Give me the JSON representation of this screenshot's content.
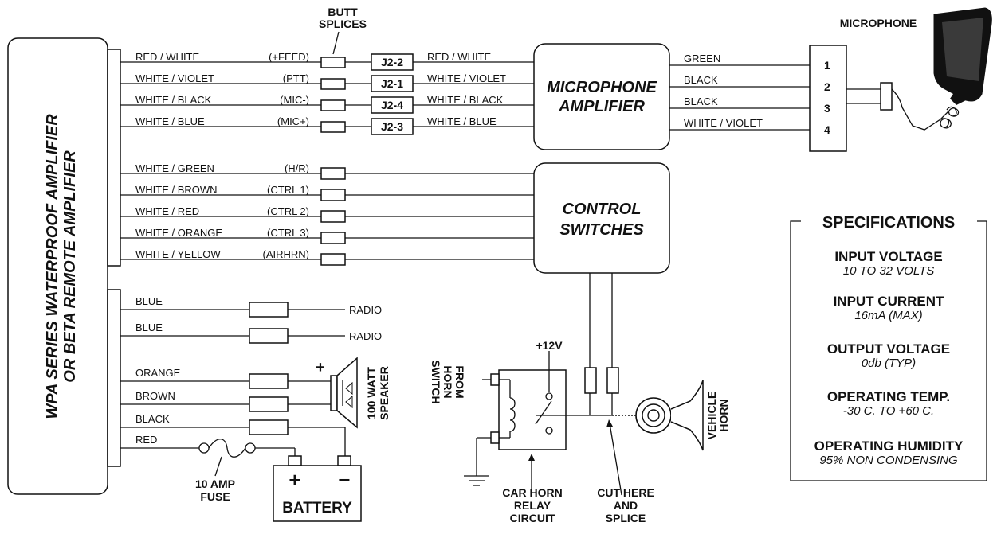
{
  "amplifier": {
    "line1": "WPA SERIES WATERPROOF AMPLIFIER",
    "line2": "OR BETA REMOTE AMPLIFIER"
  },
  "butt_splices": {
    "line1": "BUTT",
    "line2": "SPLICES"
  },
  "mic_wires": [
    {
      "color": "RED / WHITE",
      "signal": "(+FEED)",
      "connector": "J2-2",
      "right": "RED / WHITE"
    },
    {
      "color": "WHITE / VIOLET",
      "signal": "(PTT)",
      "connector": "J2-1",
      "right": "WHITE / VIOLET"
    },
    {
      "color": "WHITE / BLACK",
      "signal": "(MIC-)",
      "connector": "J2-4",
      "right": "WHITE / BLACK"
    },
    {
      "color": "WHITE / BLUE",
      "signal": "(MIC+)",
      "connector": "J2-3",
      "right": "WHITE / BLUE"
    }
  ],
  "mic_amp": {
    "line1": "MICROPHONE",
    "line2": "AMPLIFIER"
  },
  "mic_out": [
    {
      "color": "GREEN",
      "pin": "1"
    },
    {
      "color": "BLACK",
      "pin": "2"
    },
    {
      "color": "BLACK",
      "pin": "3"
    },
    {
      "color": "WHITE / VIOLET",
      "pin": "4"
    }
  ],
  "microphone_label": "MICROPHONE",
  "control_wires": [
    {
      "color": "WHITE / GREEN",
      "signal": "(H/R)"
    },
    {
      "color": "WHITE / BROWN",
      "signal": "(CTRL 1)"
    },
    {
      "color": "WHITE / RED",
      "signal": "(CTRL 2)"
    },
    {
      "color": "WHITE / ORANGE",
      "signal": "(CTRL 3)"
    },
    {
      "color": "WHITE / YELLOW",
      "signal": "(AIRHRN)"
    }
  ],
  "control_switches": {
    "line1": "CONTROL",
    "line2": "SWITCHES"
  },
  "power_wires": [
    {
      "color": "BLUE",
      "dest": "RADIO"
    },
    {
      "color": "BLUE",
      "dest": "RADIO"
    },
    {
      "color": "ORANGE"
    },
    {
      "color": "BROWN"
    },
    {
      "color": "BLACK"
    },
    {
      "color": "RED"
    }
  ],
  "speaker": {
    "plus": "+",
    "line1": "100 WATT",
    "line2": "SPEAKER"
  },
  "fuse": {
    "line1": "10 AMP",
    "line2": "FUSE"
  },
  "battery": {
    "label": "BATTERY",
    "plus": "+",
    "minus": "−"
  },
  "relay": {
    "voltage": "+12V",
    "from": [
      "FROM",
      "HORN",
      "SWITCH"
    ],
    "caption": [
      "CAR HORN",
      "RELAY",
      "CIRCUIT"
    ]
  },
  "cut": [
    "CUT HERE",
    "AND",
    "SPLICE"
  ],
  "horn": {
    "line1": "VEHICLE",
    "line2": "HORN"
  },
  "specs": {
    "title": "SPECIFICATIONS",
    "items": [
      {
        "label": "INPUT VOLTAGE",
        "value": "10 TO 32 VOLTS"
      },
      {
        "label": "INPUT CURRENT",
        "value": "16mA (MAX)"
      },
      {
        "label": "OUTPUT VOLTAGE",
        "value": "0db (TYP)"
      },
      {
        "label": "OPERATING TEMP.",
        "value": "-30 C. TO +60 C."
      },
      {
        "label": "OPERATING HUMIDITY",
        "value": "95% NON CONDENSING"
      }
    ]
  }
}
